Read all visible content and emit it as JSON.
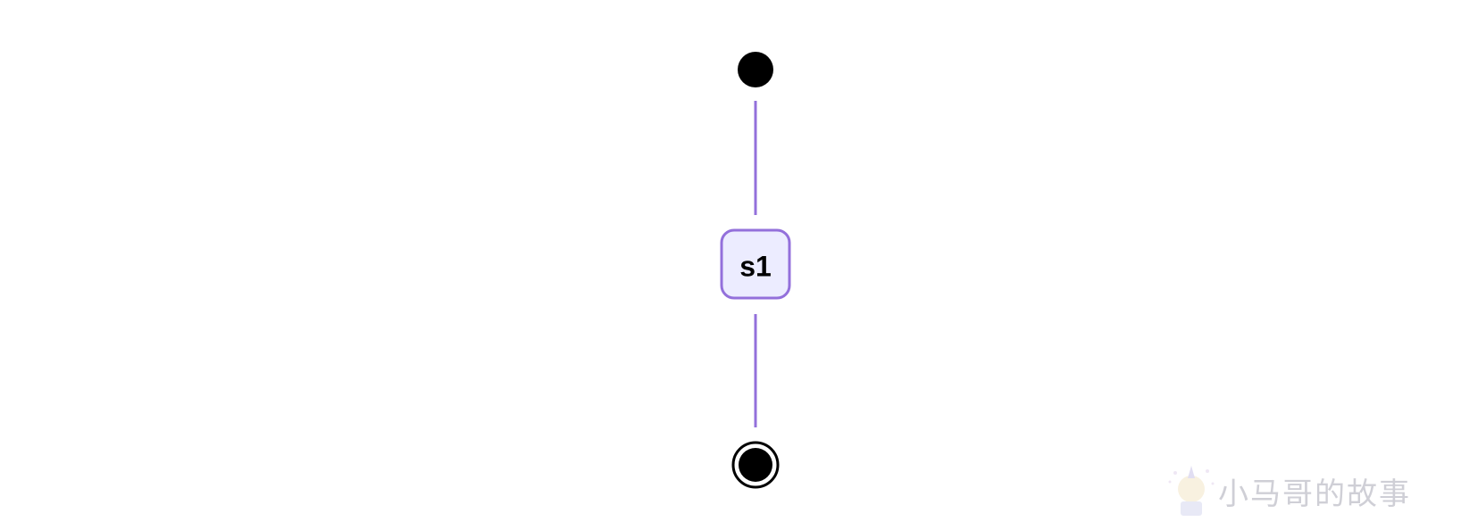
{
  "diagram": {
    "type": "state-diagram",
    "states": [
      {
        "id": "start",
        "kind": "initial"
      },
      {
        "id": "s1",
        "kind": "state",
        "label": "s1"
      },
      {
        "id": "end",
        "kind": "final"
      }
    ],
    "transitions": [
      {
        "from": "start",
        "to": "s1"
      },
      {
        "from": "s1",
        "to": "end"
      }
    ],
    "colors": {
      "edge": "#9370db",
      "state_fill": "#ececff",
      "state_stroke": "#9370db",
      "marker": "#000000",
      "watermark": "#cfcfd6"
    }
  },
  "watermark": {
    "text": "小马哥的故事",
    "icon": "unicorn-logo-icon"
  }
}
